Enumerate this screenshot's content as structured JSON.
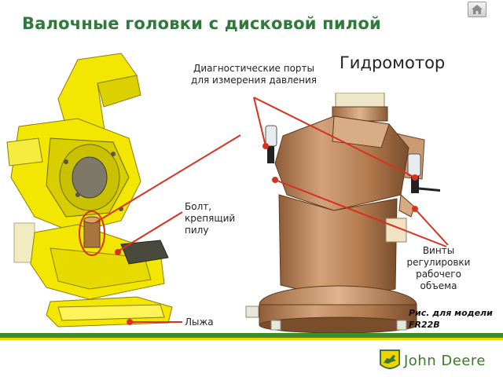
{
  "title": "Валочные головки с дисковой пилой",
  "subheading": "Гидромотор",
  "labels": {
    "diagnostic_ports": "Диагностические порты для измерения давления",
    "blade_bolt": "Болт, крепящий пилу",
    "ski": "Лыжа",
    "displacement_screws": "Винты регулировки рабочего объема"
  },
  "caption": "Рис. для модели FR22B",
  "brand": {
    "name": "John Deere",
    "green": "#3f8a2c",
    "yellow": "#f2d400"
  },
  "icons": {
    "home": "home-icon",
    "logo": "deer-logo-icon"
  },
  "colors": {
    "title": "#2f7a3a",
    "callout_line": "#d8311e",
    "machine_yellow": "#f3e600",
    "motor_bronze": "#b9825a"
  }
}
